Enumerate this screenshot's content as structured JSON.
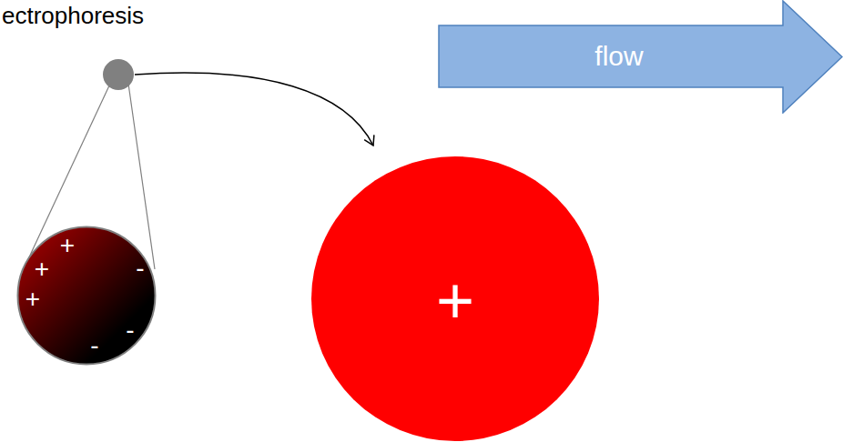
{
  "diagram": {
    "title": "ectrophoresis",
    "nodes": [
      {
        "text": [
          "flow"
        ]
      },
      {
        "text": [
          "+",
          "+",
          "+",
          "-",
          "-",
          "-"
        ]
      },
      {
        "text": [
          "+"
        ]
      }
    ]
  }
}
